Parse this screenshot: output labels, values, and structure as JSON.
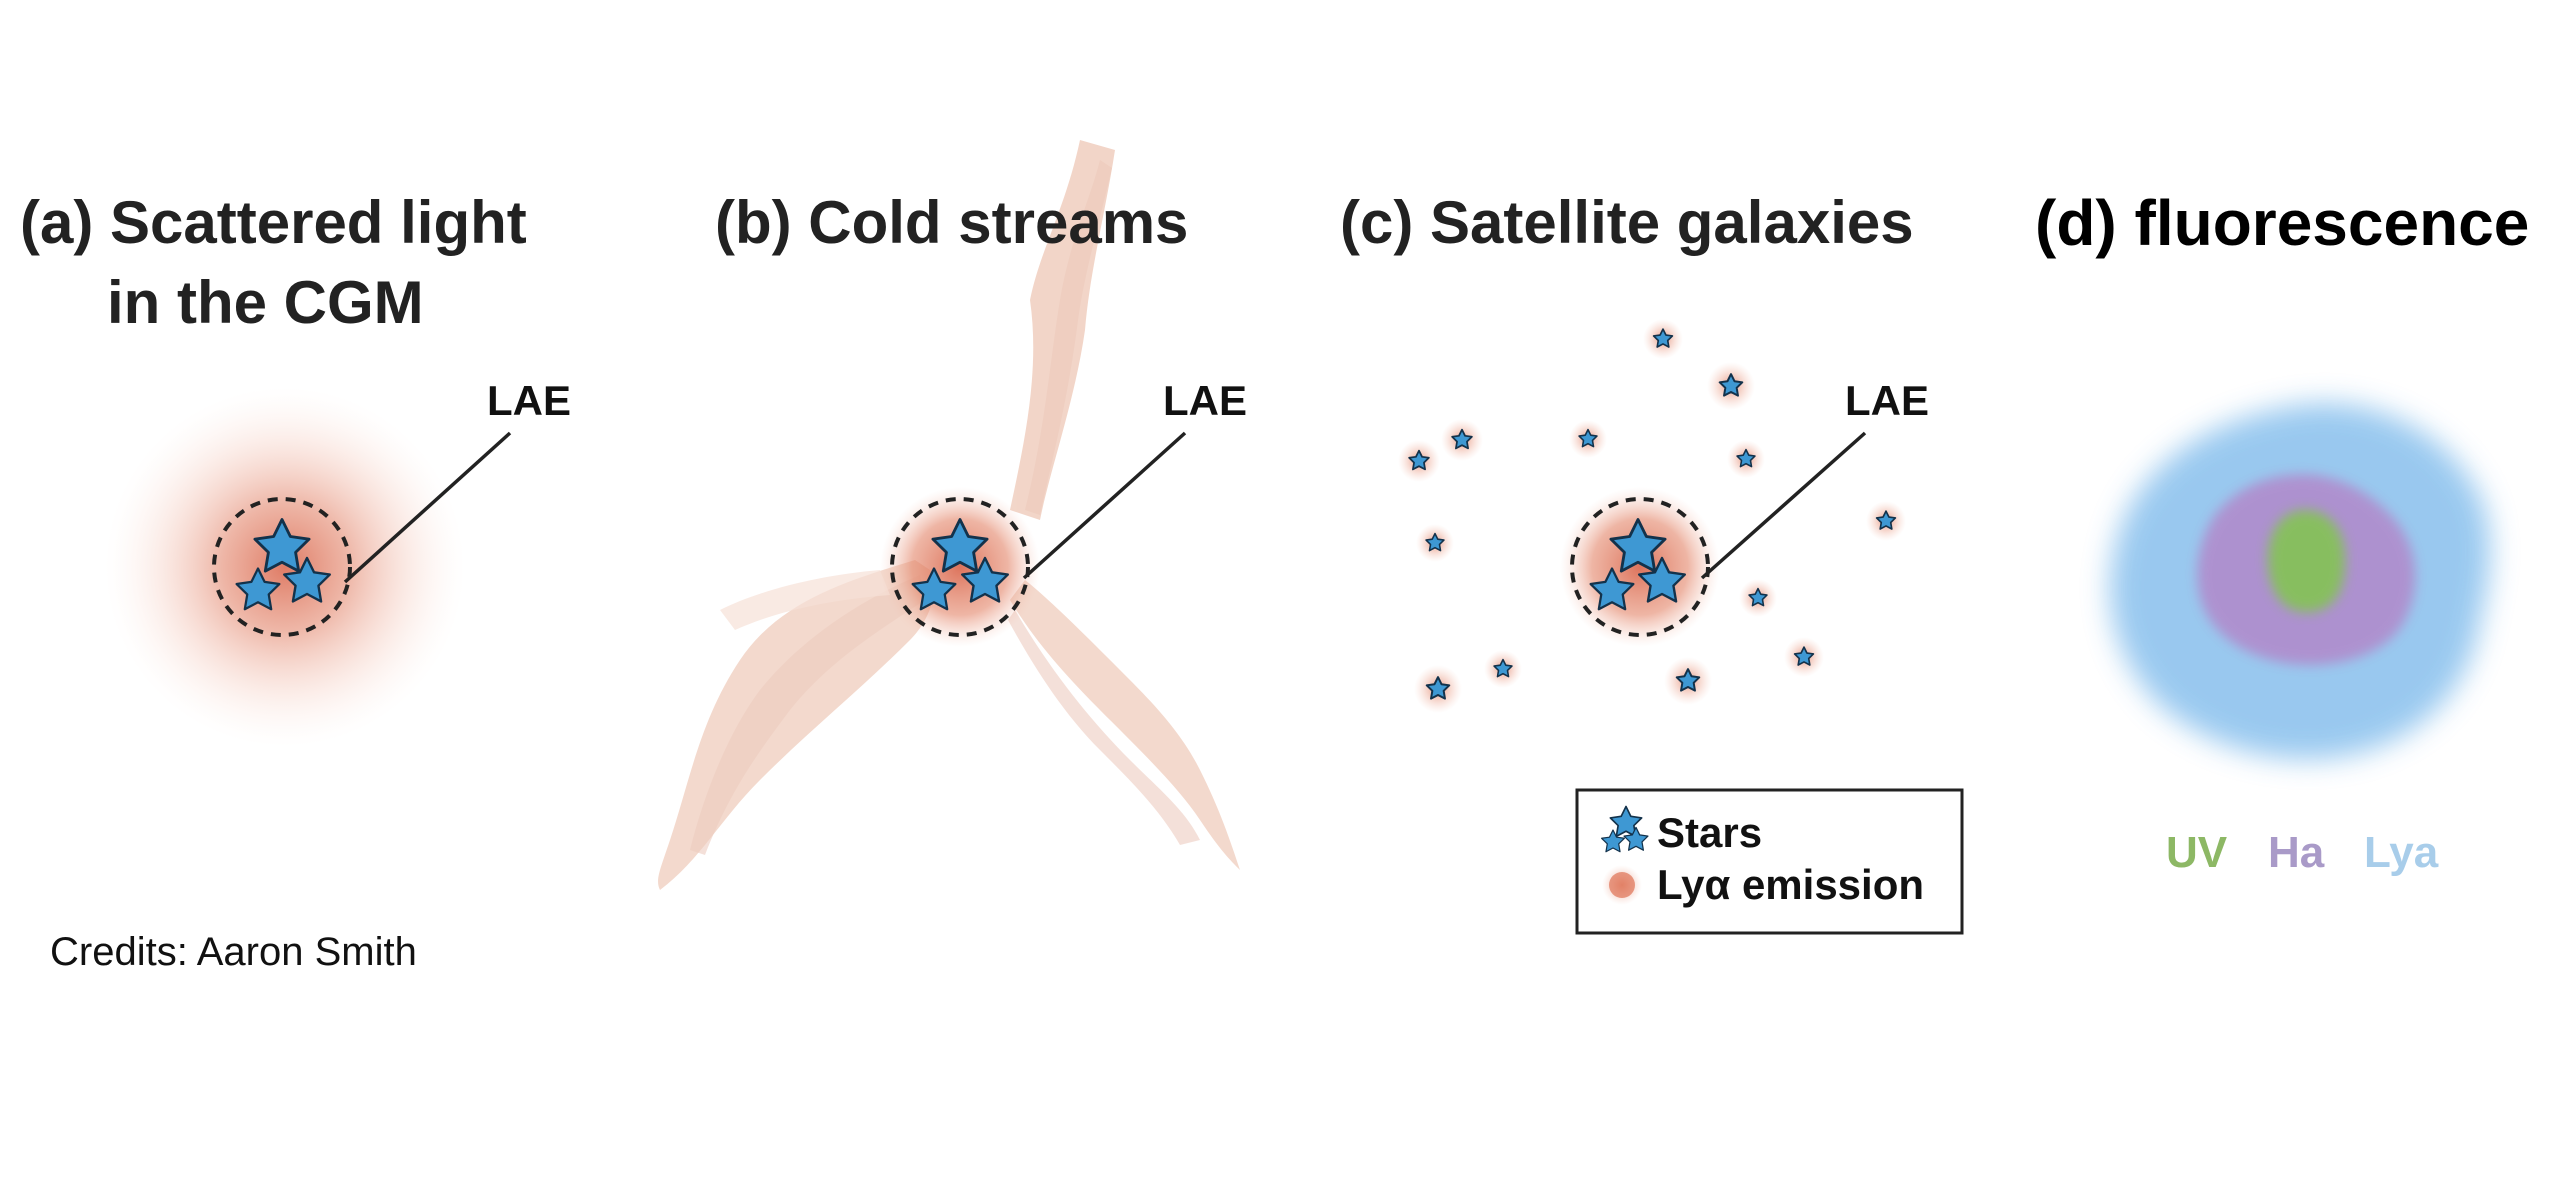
{
  "panels": {
    "a": {
      "title_line1": "(a) Scattered light",
      "title_line2": "in the CGM",
      "lae_label": "LAE"
    },
    "b": {
      "title": "(b) Cold streams",
      "lae_label": "LAE"
    },
    "c": {
      "title": "(c) Satellite galaxies",
      "lae_label": "LAE"
    },
    "d": {
      "title": "(d) fluorescence"
    }
  },
  "legend": {
    "stars_label": "Stars",
    "lya_label": "Lyα emission"
  },
  "bands": [
    {
      "label": "UV",
      "color": "#8db865"
    },
    {
      "label": "Ha",
      "color": "#a99ac8"
    },
    {
      "label": "Lya",
      "color": "#a8cdea"
    }
  ],
  "credits": "Credits: Aaron Smith",
  "colors": {
    "star_fill": "#3e98d3",
    "halo": "#d9644a",
    "stream": "#e8b49c",
    "blue_cloud": "#8ec3ee",
    "purple_region": "#b08ccc",
    "green_core": "#86c15a"
  }
}
